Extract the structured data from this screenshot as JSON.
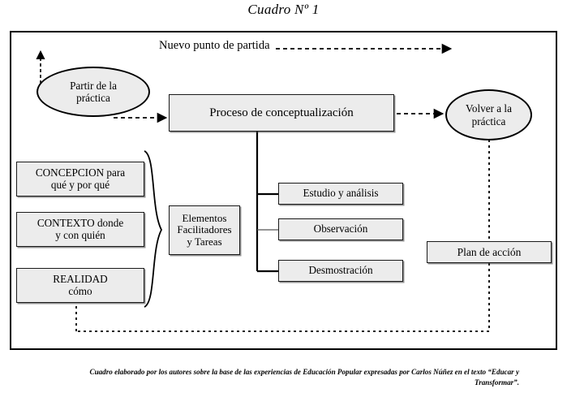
{
  "title": "Cuadro Nº 1",
  "diagram": {
    "top_label": "Nuevo punto de partida",
    "nodes": {
      "partir": "Partir de la\npráctica",
      "partir_line1": "Partir de la",
      "partir_line2": "práctica",
      "proceso": "Proceso de conceptualización",
      "volver_line1": "Volver a la",
      "volver_line2": "práctica",
      "concepcion_line1": "CONCEPCION para",
      "concepcion_line2": "qué y por qué",
      "contexto_line1": "CONTEXTO donde",
      "contexto_line2": "y con quién",
      "realidad_line1": "REALIDAD",
      "realidad_line2": "cómo",
      "elementos_line1": "Elementos",
      "elementos_line2": "Facilitadores",
      "elementos_line3": "y Tareas",
      "estudio": "Estudio y análisis",
      "observacion": "Observación",
      "desmostracion": "Desmostración",
      "plan": "Plan de acción"
    },
    "colors": {
      "node_fill": "#ececec",
      "node_stroke": "#1a1a1a",
      "line": "#000000",
      "background": "#ffffff"
    }
  },
  "caption": {
    "line1": "Cuadro elaborado por los autores sobre la base de las experiencias de Educación Popular expresadas por Carlos Núñez en el texto “Educar y",
    "line2": "Transformar”."
  }
}
